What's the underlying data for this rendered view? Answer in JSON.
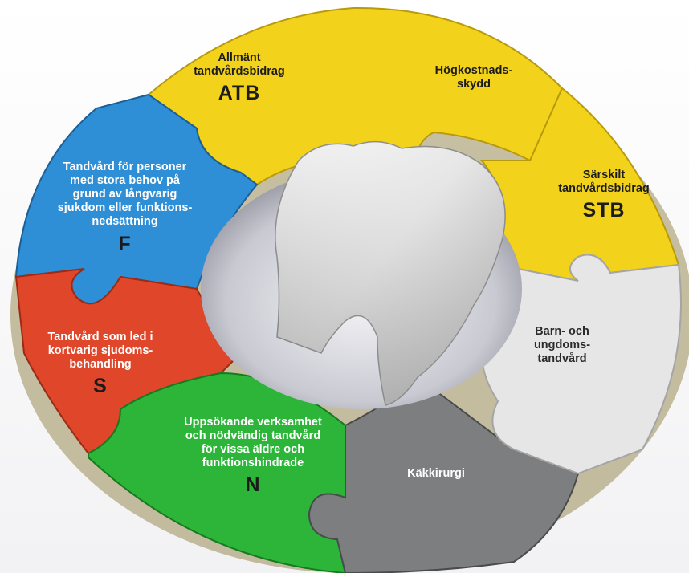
{
  "pieces": {
    "atb": {
      "text": "Allmänt\ntandvårdsbidrag",
      "abbr": "ATB"
    },
    "hogkostnad": {
      "text": "Högkostnads-\nskydd"
    },
    "stb": {
      "text": "Särskilt\ntandvårdsbidrag",
      "abbr": "STB"
    },
    "barn": {
      "text": "Barn- och\nungdoms-\ntandvård"
    },
    "kakkirurgi": {
      "text": "Käkkirurgi"
    },
    "n": {
      "text": "Uppsökande verksamhet\noch nödvändig tandvård\nför vissa äldre och\nfunktionshindrade",
      "abbr": "N"
    },
    "s": {
      "text": "Tandvård som led i\nkortvarig sjudoms-\nbehandling",
      "abbr": "S"
    },
    "f": {
      "text": "Tandvård för personer\nmed stora behov på\ngrund av långvarig\nsjukdom eller funktions-\nnedsättning",
      "abbr": "F"
    }
  },
  "colors": {
    "yellow": "#f2d21a",
    "blue": "#2f8fd6",
    "red": "#e0472a",
    "green": "#2db53a",
    "white_piece": "#e6e6e6",
    "gray_piece": "#7d7e80"
  },
  "icons": {
    "center": "tooth-icon"
  }
}
